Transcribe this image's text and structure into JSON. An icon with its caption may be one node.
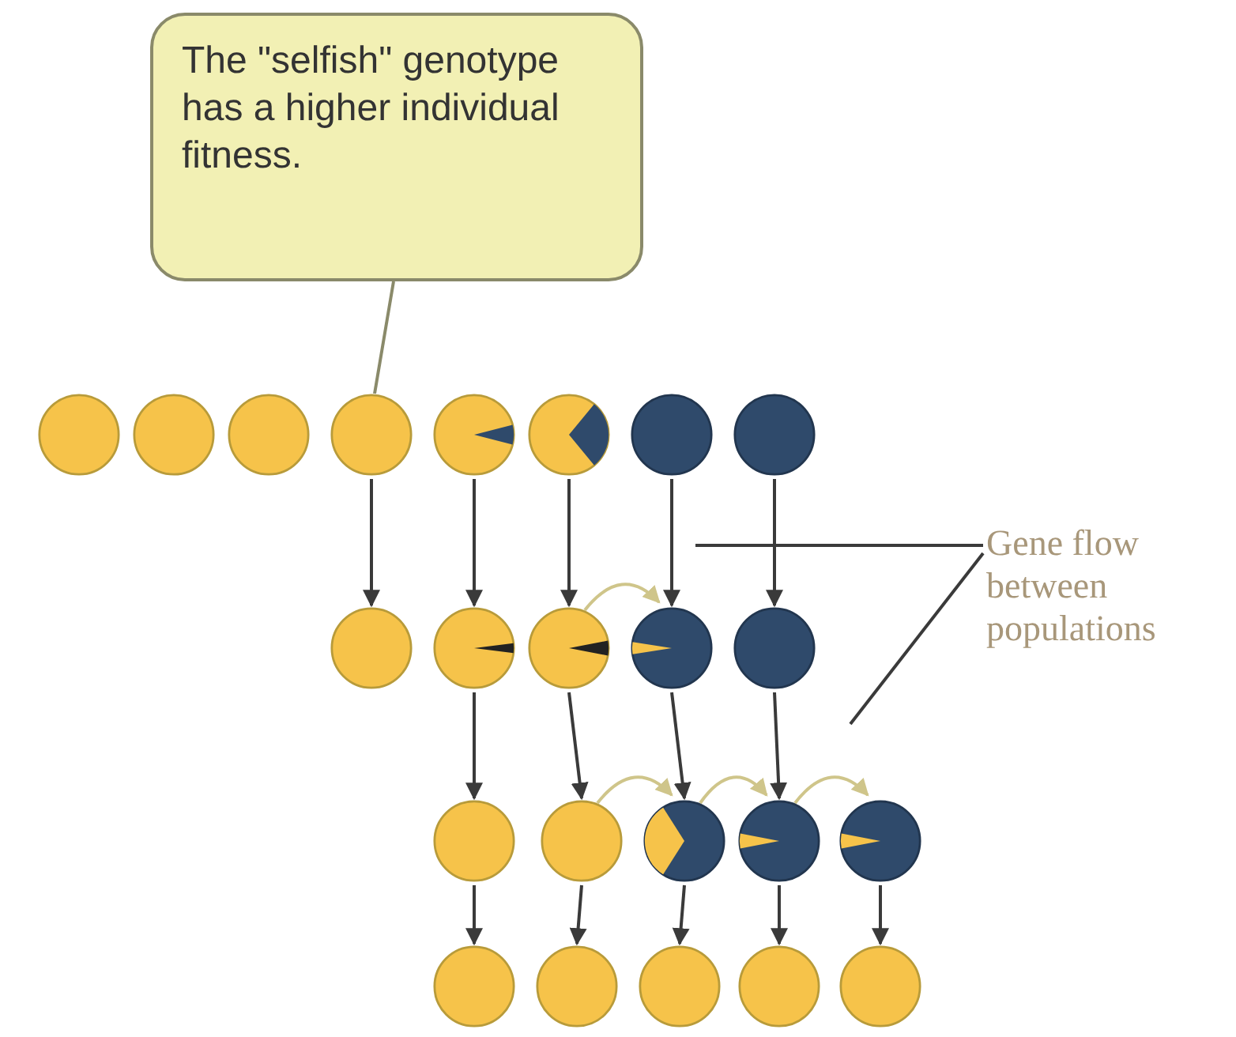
{
  "diagram": {
    "nodes": [
      {
        "text": [
          "The \"selfish\" genotype has a higher individual fitness."
        ]
      },
      {
        "text": [],
        "shape": "circle"
      },
      {
        "text": [],
        "shape": "circle"
      },
      {
        "text": [],
        "shape": "circle"
      },
      {
        "text": [],
        "shape": "circle"
      },
      {
        "text": [],
        "shape": "circle"
      },
      {
        "text": [],
        "shape": "circle"
      },
      {
        "text": [],
        "shape": "circle"
      },
      {
        "text": [],
        "shape": "circle"
      },
      {
        "text": [],
        "shape": "circle"
      },
      {
        "text": [],
        "shape": "circle"
      },
      {
        "text": [],
        "shape": "circle"
      },
      {
        "text": [],
        "shape": "circle"
      },
      {
        "text": [],
        "shape": "circle"
      },
      {
        "text": [],
        "shape": "circle"
      },
      {
        "text": [],
        "shape": "circle"
      },
      {
        "text": [],
        "shape": "circle"
      },
      {
        "text": [],
        "shape": "circle"
      },
      {
        "text": [],
        "shape": "circle"
      },
      {
        "text": [],
        "shape": "circle"
      },
      {
        "text": [],
        "shape": "circle"
      },
      {
        "text": [],
        "shape": "circle"
      },
      {
        "text": [],
        "shape": "circle"
      },
      {
        "text": [],
        "shape": "circle"
      },
      {
        "text": [
          "Gene flow between populations"
        ]
      }
    ],
    "edges": [
      {
        "from": 0,
        "to": 4,
        "arrow": "none"
      },
      {
        "from": 4,
        "to": 9,
        "arrow": "to"
      },
      {
        "from": 5,
        "to": 10,
        "arrow": "to"
      },
      {
        "from": 6,
        "to": 11,
        "arrow": "to"
      },
      {
        "from": 7,
        "to": 12,
        "arrow": "to"
      },
      {
        "from": 8,
        "to": 13,
        "arrow": "to"
      },
      {
        "from": 11,
        "to": 12,
        "arrow": "to",
        "color": "#cfc58a"
      },
      {
        "from": 10,
        "to": 14,
        "arrow": "to"
      },
      {
        "from": 11,
        "to": 15,
        "arrow": "to"
      },
      {
        "from": 12,
        "to": 16,
        "arrow": "to"
      },
      {
        "from": 13,
        "to": 17,
        "arrow": "to"
      },
      {
        "from": 15,
        "to": 16,
        "arrow": "to",
        "color": "#cfc58a"
      },
      {
        "from": 16,
        "to": 17,
        "arrow": "to",
        "color": "#cfc58a"
      },
      {
        "from": 17,
        "to": 18,
        "arrow": "to",
        "color": "#cfc58a"
      },
      {
        "from": 14,
        "to": 19,
        "arrow": "to"
      },
      {
        "from": 15,
        "to": 20,
        "arrow": "to"
      },
      {
        "from": 16,
        "to": 21,
        "arrow": "to"
      },
      {
        "from": 17,
        "to": 22,
        "arrow": "to"
      },
      {
        "from": 18,
        "to": 23,
        "arrow": "to"
      },
      {
        "from": 24,
        "to": null,
        "arrow": "none"
      },
      {
        "from": 24,
        "to": null,
        "arrow": "none"
      }
    ]
  }
}
